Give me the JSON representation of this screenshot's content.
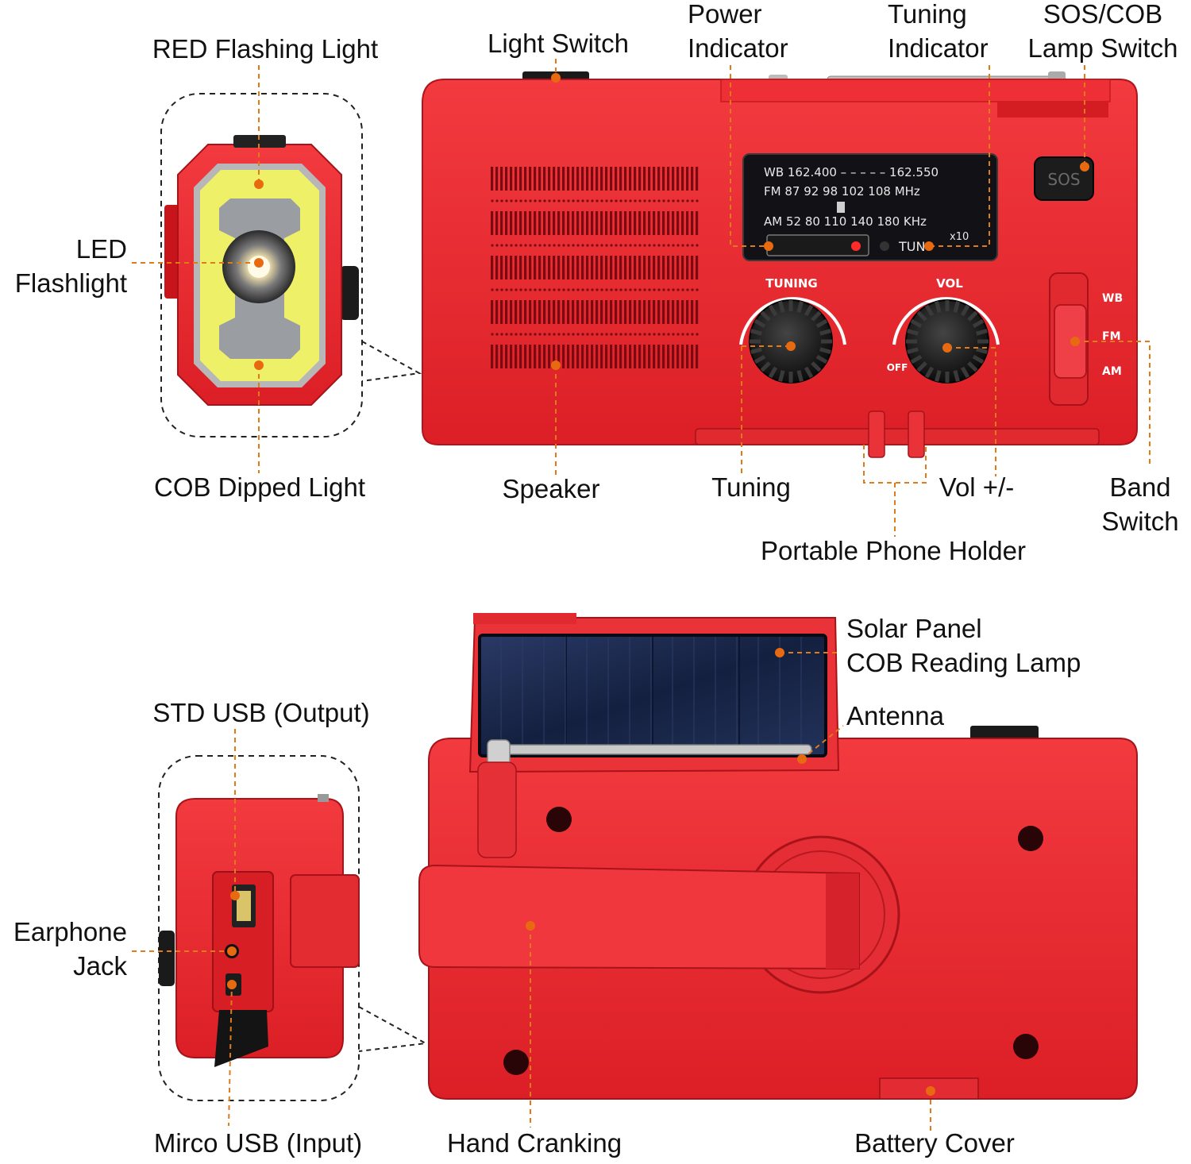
{
  "colors": {
    "body": "#e8242b",
    "body_light": "#f23a3f",
    "body_dark": "#b8161c",
    "leader": "#e07b1a",
    "dot": "#e86a10",
    "panel": "#121216",
    "solar": "#1e2a4a",
    "cob_yellow": "#f0f060"
  },
  "callouts": {
    "red_flashing_light": "RED Flashing Light",
    "light_switch": "Light Switch",
    "power_indicator": [
      "Power",
      "Indicator"
    ],
    "tuning_indicator": [
      "Tuning",
      "Indicator"
    ],
    "sos_cob_lamp_switch": [
      "SOS/COB",
      "Lamp Switch"
    ],
    "led_flashlight": [
      "LED",
      "Flashlight"
    ],
    "cob_dipped_light": "COB Dipped Light",
    "speaker": "Speaker",
    "tuning": "Tuning",
    "vol": "Vol +/-",
    "band_switch": [
      "Band",
      "Switch"
    ],
    "portable_phone_holder": "Portable Phone Holder",
    "solar_panel": "Solar Panel",
    "cob_reading_lamp": "COB Reading Lamp",
    "antenna": "Antenna",
    "std_usb_output": "STD USB (Output)",
    "earphone_jack": [
      "Earphone",
      "Jack"
    ],
    "micro_usb_input": "Mirco USB (Input)",
    "hand_cranking": "Hand Cranking",
    "battery_cover": "Battery Cover"
  },
  "dial": {
    "wb": "WB  162.400 – – – – – 162.550",
    "fm": "FM   87   92    98    102   108  MHz",
    "am": "AM   52   80   110   140   180  KHz",
    "x10": "x10",
    "tun": "TUN"
  },
  "device_labels": {
    "sos": "SOS",
    "tuning_knob": "TUNING",
    "vol_knob": "VOL",
    "off": "OFF",
    "band_wb": "WB",
    "band_fm": "FM",
    "band_am": "AM"
  }
}
